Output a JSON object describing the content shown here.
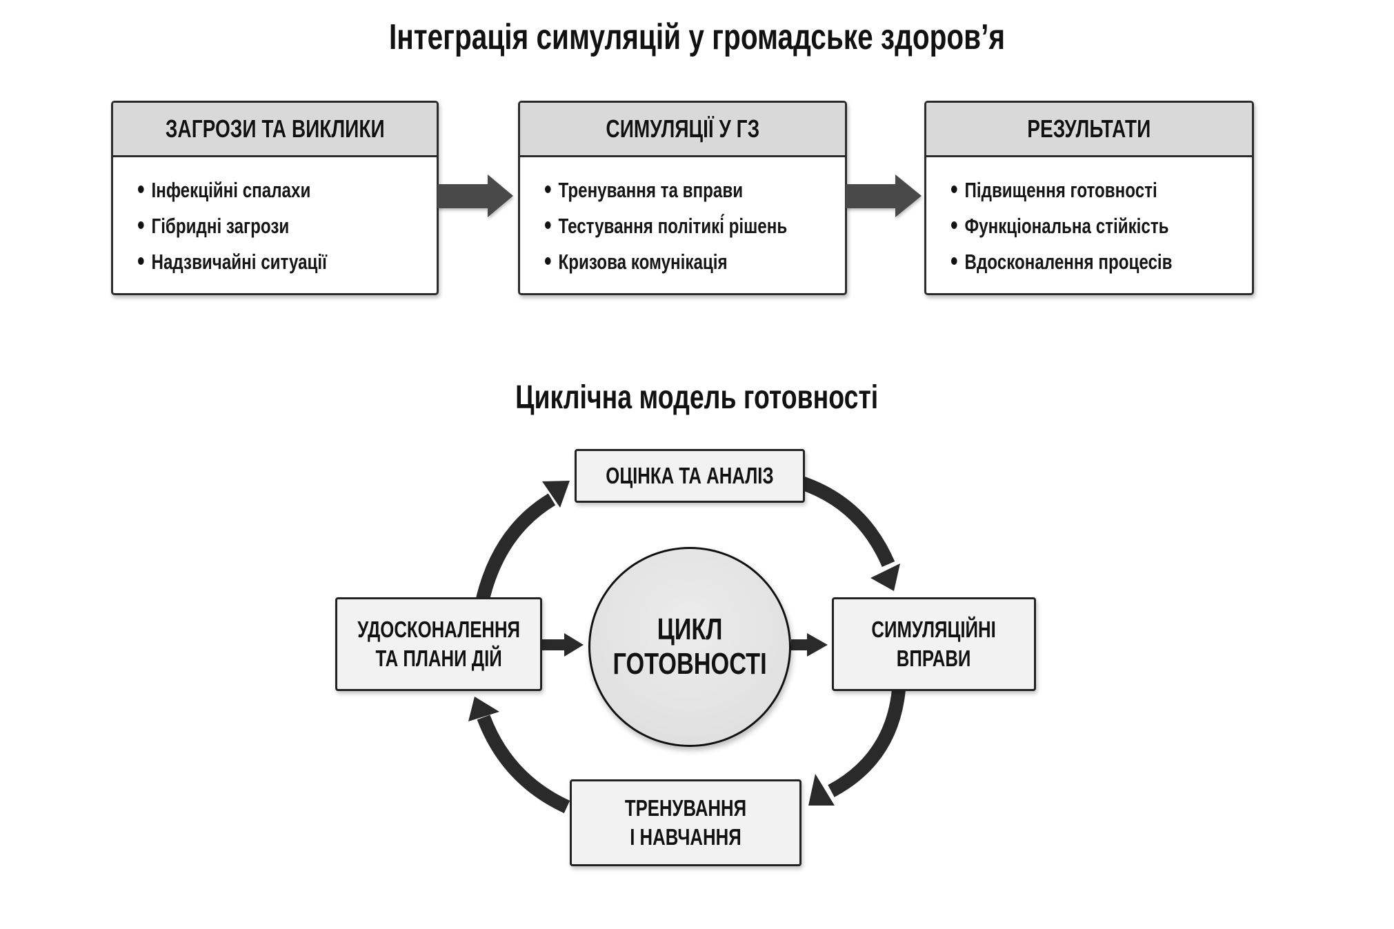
{
  "main_title": "Інтеграція симуляцій у громадське здоров’я",
  "flow": {
    "boxes": [
      {
        "heading": "ЗАГРОЗИ ТА ВИКЛИКИ",
        "items": [
          "Інфекційні спалахи",
          "Гібридні загрози",
          "Надзвичайні ситуації"
        ]
      },
      {
        "heading": "СИМУЛЯЦІЇ У ГЗ",
        "items": [
          "Тренування та вправи",
          "Тестування політикі́ рішень",
          "Кризова комунікація"
        ]
      },
      {
        "heading": "РЕЗУЛЬТАТИ",
        "items": [
          "Підвищення готовності",
          "Функціональна стійкість",
          "Вдосконалення процесів"
        ]
      }
    ],
    "arrow_color": "#4a4a4a",
    "header_color": "#d9d9d9"
  },
  "cycle": {
    "title": "Циклічна модель готовності",
    "center": {
      "line1": "ЦИКЛ",
      "line2": "ГОТОВНОСТІ"
    },
    "stages": {
      "assess": {
        "line1": "ОЦІНКА ТА АНАЛІЗ"
      },
      "simulation": {
        "line1": "СИМУЛЯЦІЙНІ",
        "line2": "ВПРАВИ"
      },
      "training": {
        "line1": "ТРЕНУВАННЯ",
        "line2": "І НАВЧАННЯ"
      },
      "improve": {
        "line1": "УДОСКОНАЛЕННЯ",
        "line2": "ТА ПЛАНИ ДІЙ"
      }
    },
    "arrow_color": "#2a2a2a",
    "center_color": "#e2e2e2"
  }
}
